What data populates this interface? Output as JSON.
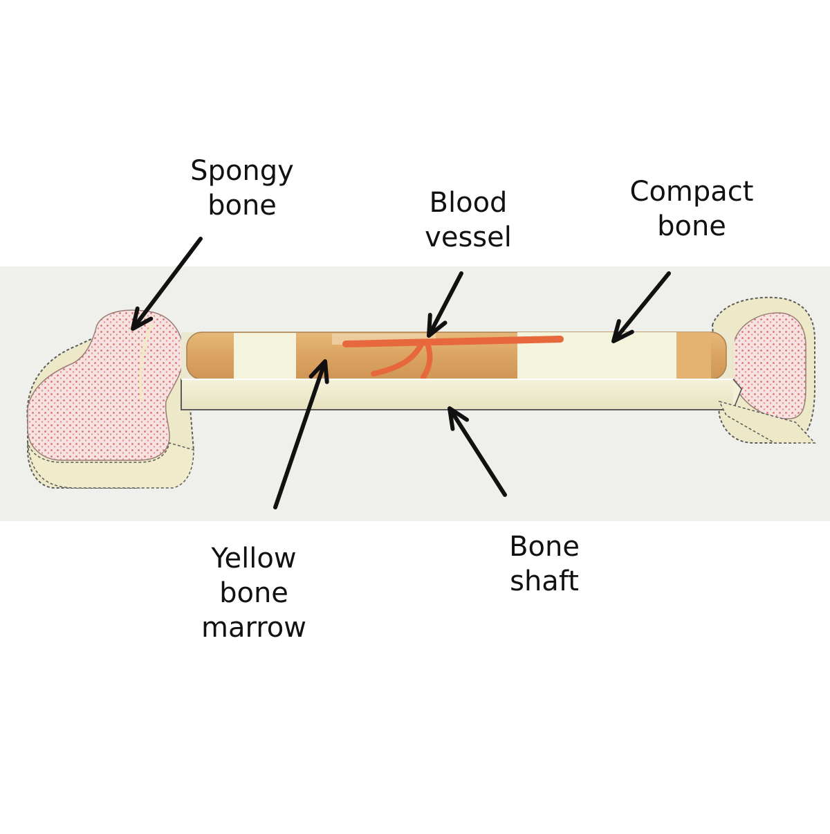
{
  "labels": {
    "spongy_bone": [
      "Spongy",
      "bone"
    ],
    "blood_vessel": [
      "Blood",
      "vessel"
    ],
    "compact_bone": [
      "Compact",
      "bone"
    ],
    "yellow_bone_marrow": [
      "Yellow",
      "bone",
      "marrow"
    ],
    "bone_shaft": [
      "Bone",
      "shaft"
    ]
  },
  "colors": {
    "photo_background": "#efefeb",
    "shaft_cream": "#f1eed0",
    "marrow_tan": "#deac68",
    "compact_band": "#f4f4dc",
    "vessel_red": "#e8683e",
    "spongy_pink": "#f4d8d6",
    "arrow": "#111111"
  }
}
